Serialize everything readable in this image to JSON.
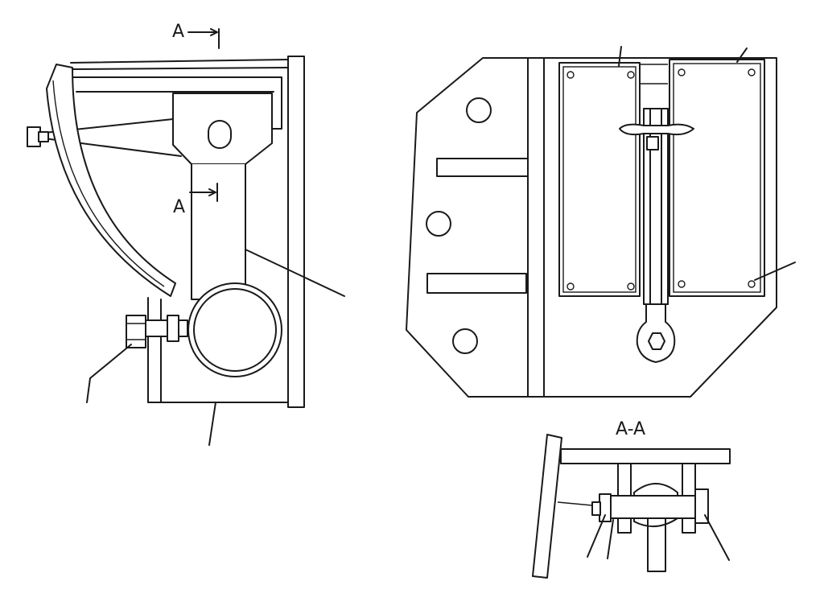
{
  "section_marker": "A",
  "section_title": "A-A",
  "views": [
    {
      "name": "side-view"
    },
    {
      "name": "front-view"
    },
    {
      "name": "section-a-a-view"
    }
  ]
}
